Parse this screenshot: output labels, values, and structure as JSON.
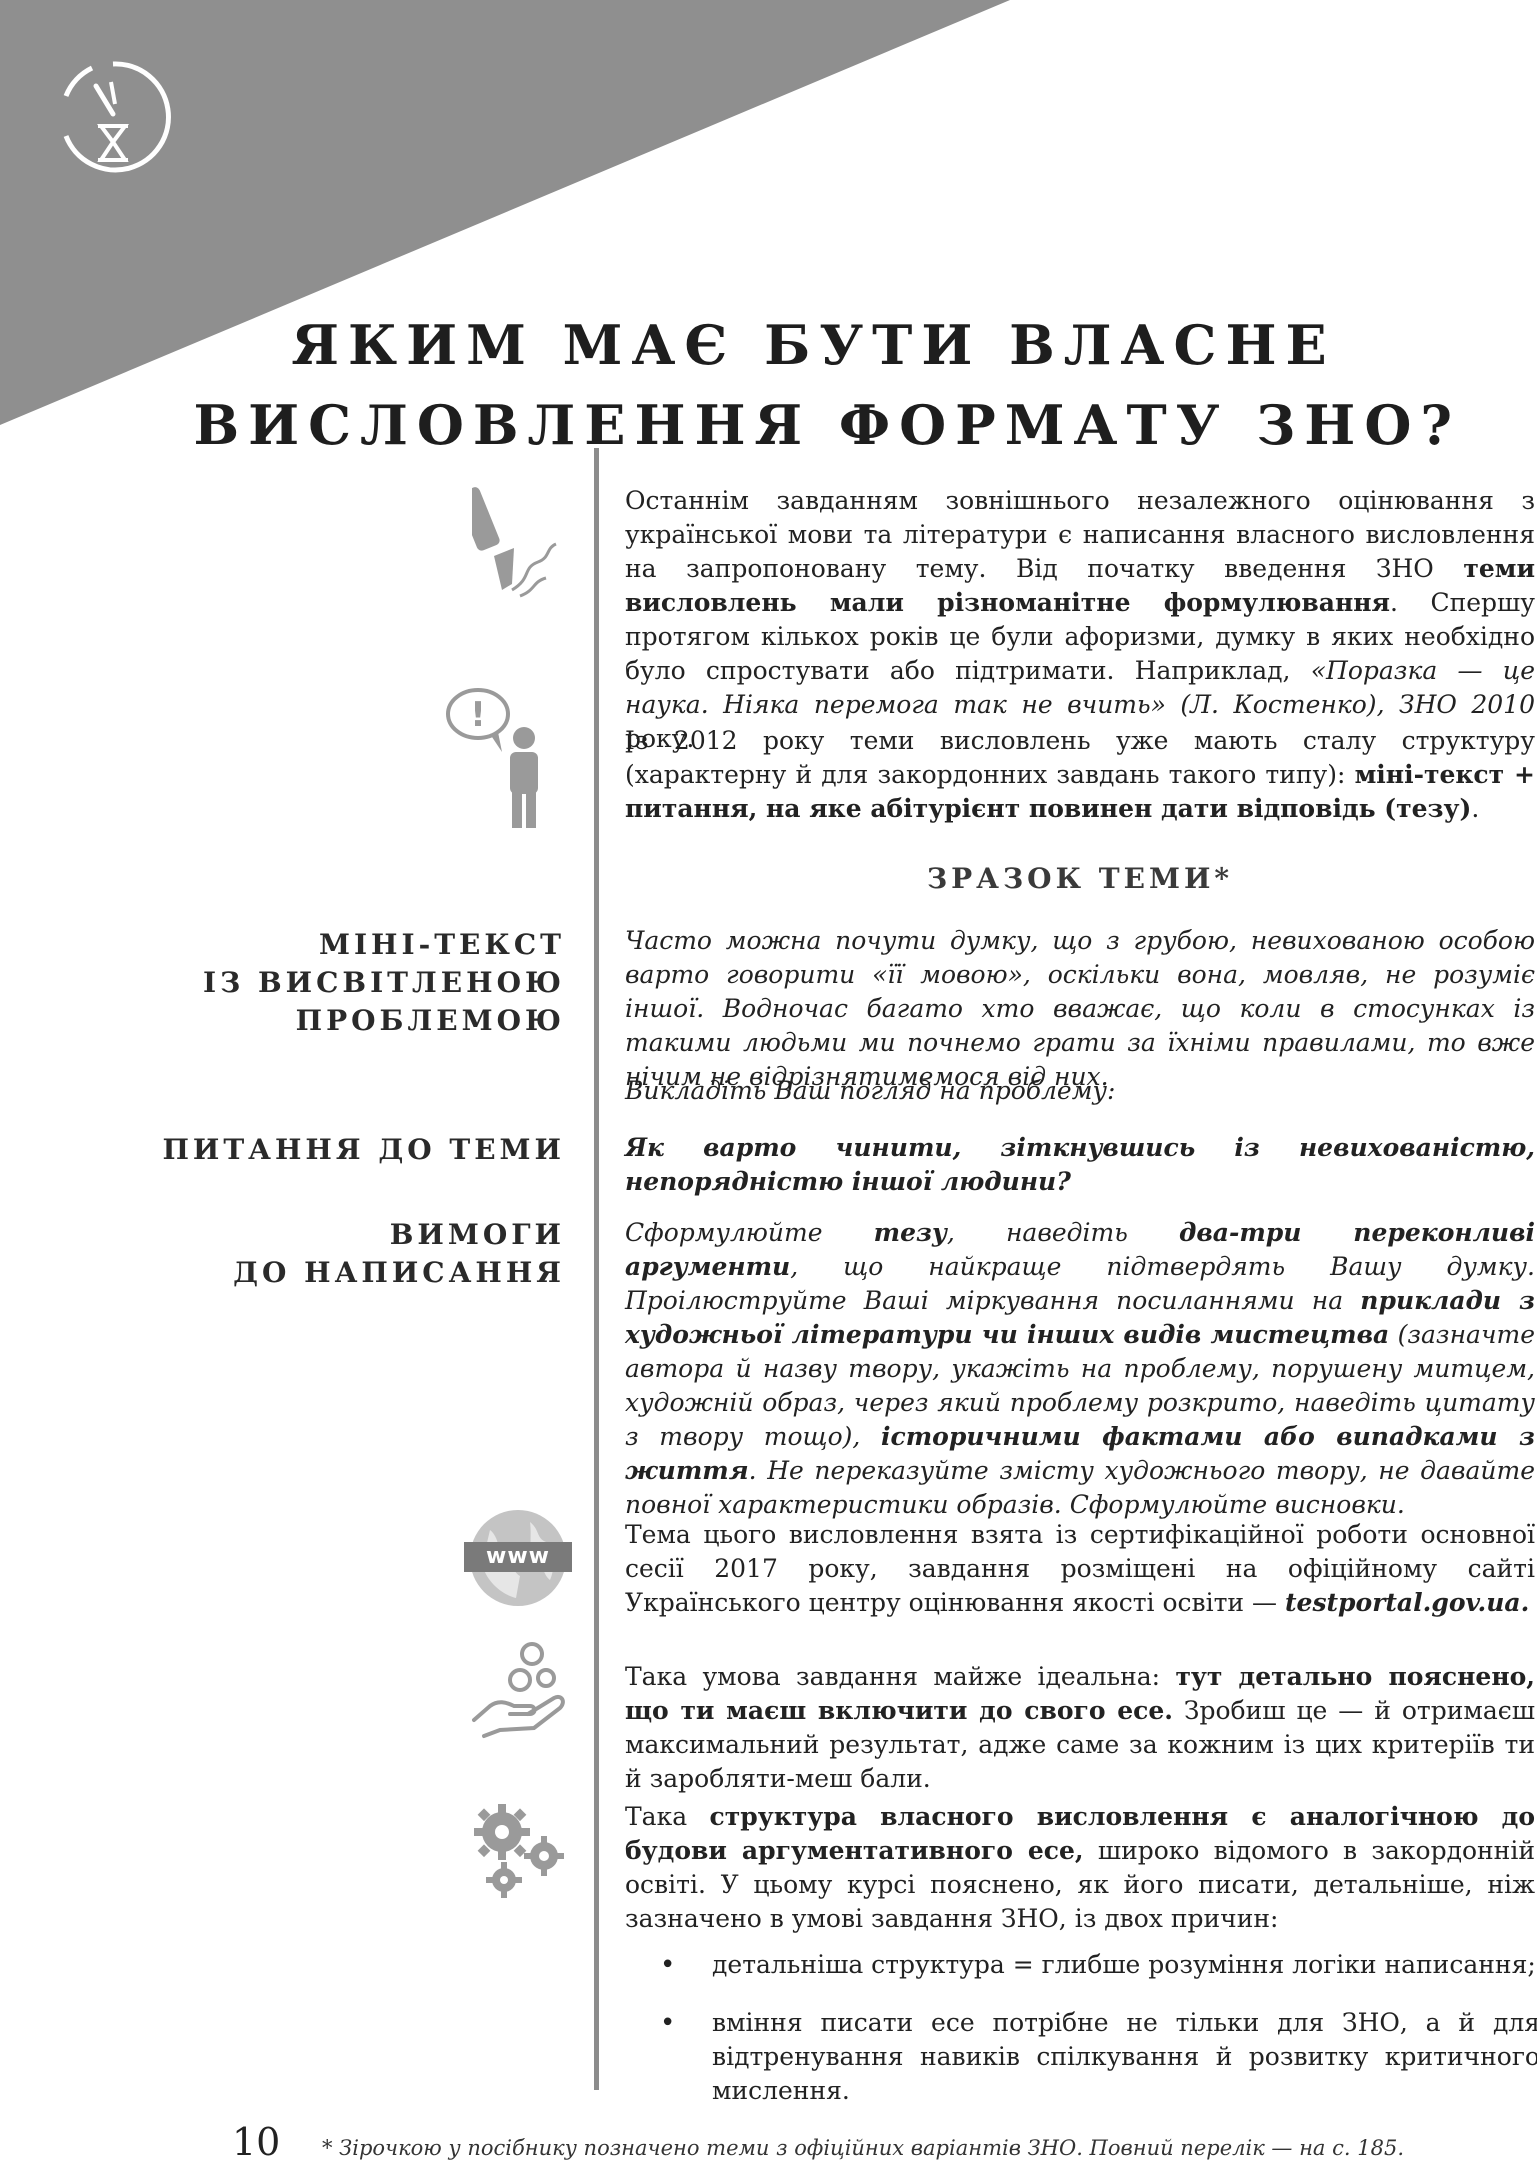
{
  "colors": {
    "banner": "#8f8f8f",
    "rule": "#8c8c8c",
    "icon": "#9a9a9a"
  },
  "header": {
    "icon": "clock-hourglass-icon",
    "title_line1": "ЯКИМ МАЄ БУТИ ВЛАСНЕ",
    "title_line2": "ВИСЛОВЛЕННЯ ФОРМАТУ ЗНО?"
  },
  "intro": {
    "icon": "fountain-pen-icon",
    "p1": [
      "Останнім завданням зовнішнього незалежного оцінювання з української мови та літератури є написання власного висловлення на запропоновану тему. Від початку введення ЗНО ",
      "теми висловлень мали різноманітне формулювання",
      ". Спершу протягом кількох років це були афоризми, думку в яких необхідно було спростувати або підтримати. Наприклад, ",
      "«Поразка — це наука. Ніяка перемога так не вчить» (Л. Костенко), ЗНО 2010",
      " року."
    ]
  },
  "structure": {
    "icon": "person-speech-bubble-icon",
    "p": [
      "Із 2012 року теми висловлень уже мають сталу структуру (характерну й для закордонних завдань такого типу): ",
      "міні-текст + питання, на яке абітурієнт повинен дати відповідь (тезу)",
      "."
    ]
  },
  "sample": {
    "heading": "ЗРАЗОК ТЕМИ*",
    "labels": {
      "mini_text": [
        "МІНІ-ТЕКСТ",
        "ІЗ ВИСВІТЛЕНОЮ",
        "ПРОБЛЕМОЮ"
      ],
      "question": [
        "ПИТАННЯ ДО ТЕМИ"
      ],
      "requirements": [
        "ВИМОГИ",
        "ДО НАПИСАННЯ"
      ]
    },
    "mini_text": "Часто можна почути думку, що з грубою, невихованою особою варто говорити «її мовою», оскільки вона, мовляв, не розуміє іншої. Водночас багато хто вважає, що коли в стосунках із такими людьми ми почнемо грати за їхніми правилами, то вже нічим не відрізнятимемося від них.",
    "prompt": "Викладіть Ваш погляд на проблему:",
    "question": "Як варто чинити, зіткнувшись із невихованістю, непорядністю іншої людини?",
    "requirements": [
      "Сформулюйте ",
      "тезу",
      ", наведіть ",
      "два-три переконливі аргументи",
      ", що найкраще підтвердять Вашу думку. Проілюструйте Ваші міркування посиланнями на ",
      "приклади з художньої літератури чи інших видів мистецтва",
      " (зазначте автора й назву твору, укажіть на проблему, порушену митцем, художній образ, через який проблему розкрито, наведіть цитату з твору тощо), ",
      "історичними фактами або випадками з життя",
      ". Не переказуйте змісту художнього твору, не давайте повної характеристики образів. Сформулюйте висновки."
    ]
  },
  "source": {
    "icon": "www-globe-icon",
    "icon_text": "www",
    "p": [
      "Тема цього висловлення взята із сертифікаційної роботи основної сесії 2017 року, завдання розміщені на офіційному сайті Українського центру оцінювання якості освіти — ",
      "testportal.gov.ua."
    ]
  },
  "condition": {
    "icon": "hand-coins-icon",
    "p": [
      "Така умова завдання майже ідеальна: ",
      "тут детально пояснено, що ти маєш включити до свого есе.",
      " Зробиш це — й отримаєш максимальний результат, адже саме за кожним із цих критеріїв ти й заробляти-меш бали."
    ]
  },
  "essay": {
    "icon": "gears-icon",
    "p": [
      "Така ",
      "структура власного висловлення є аналогічною до будови аргументативного есе,",
      " широко відомого в закордонній освіті. У цьому курсі пояснено, як його писати, детальніше, ніж зазначено в умові завдання ЗНО, із двох причин:"
    ],
    "bullets": [
      "детальніша структура = глибше розуміння логіки написання;",
      "вміння писати есе потрібне не тільки для ЗНО, а й для відтренування навиків спілкування й розвитку критичного мислення."
    ]
  },
  "footer": {
    "page_number": "10",
    "note": "* Зірочкою у посібнику позначено теми з офіційних варіантів ЗНО. Повний перелік — на с. 185."
  }
}
